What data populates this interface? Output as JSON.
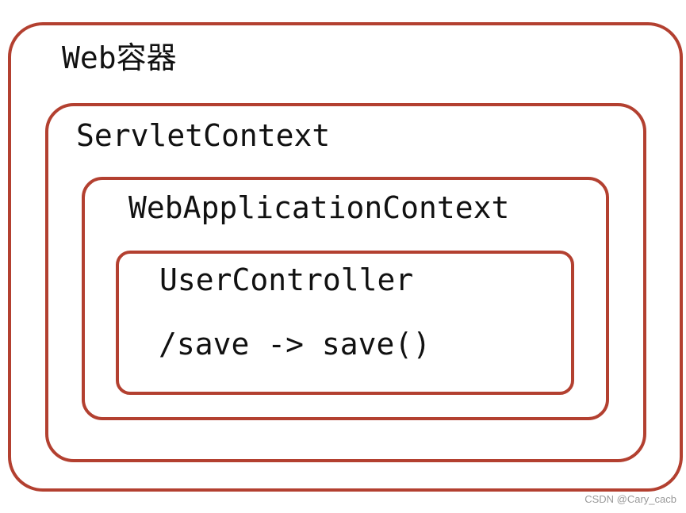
{
  "diagram": {
    "border_color": "#b34030",
    "text_color": "#111111",
    "containers": [
      {
        "label": "Web容器"
      },
      {
        "label": "ServletContext"
      },
      {
        "label": "WebApplicationContext"
      },
      {
        "label": "UserController"
      }
    ],
    "mapping": "/save -> save()"
  },
  "watermark": "CSDN @Cary_cacb"
}
